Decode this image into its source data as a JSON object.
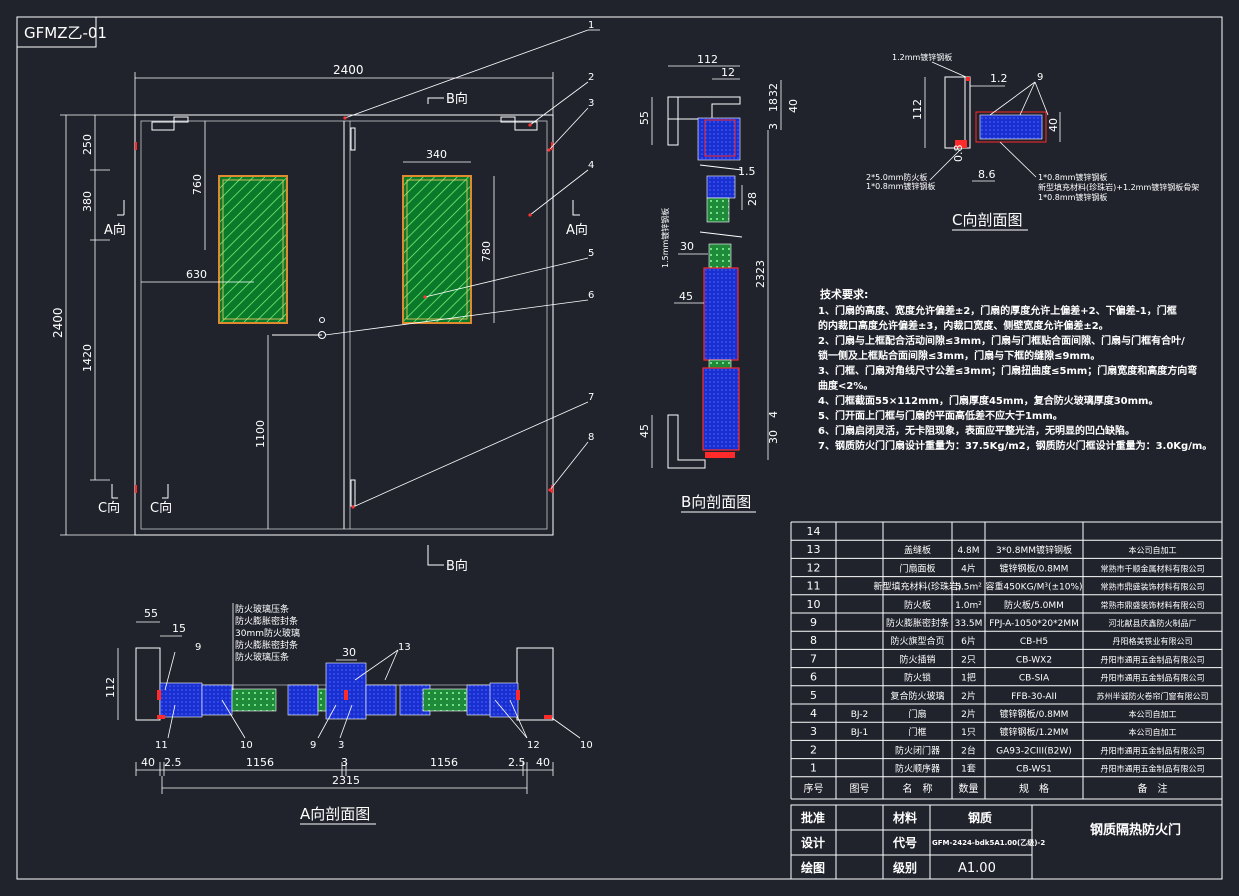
{
  "drawing_id": "GFMZ乙-01",
  "front_view": {
    "width_dim": "2400",
    "height_dim": "2400",
    "dims_left": [
      "250",
      "380",
      "1420"
    ],
    "dim_window_h": "760",
    "dim_window_h2": "780",
    "dim_window_w": "340",
    "dim_630": "630",
    "dim_1100": "1100",
    "view_a_left": "A向",
    "view_a_right": "A向",
    "view_b_top": "B向",
    "view_b_bottom": "B向",
    "view_c_1": "C向",
    "view_c_2": "C向",
    "callouts": [
      "1",
      "2",
      "3",
      "4",
      "5",
      "6",
      "7",
      "8"
    ]
  },
  "section_a": {
    "title": "A向剖面图",
    "dims_top": [
      "55",
      "15",
      "30"
    ],
    "dim_112": "112",
    "dims_bottom": [
      "40",
      "2.5",
      "1156",
      "3",
      "1156",
      "2.5",
      "40"
    ],
    "dim_total": "2315",
    "labels": [
      "防火玻璃压条",
      "防火膨胀密封条",
      "30mm防火玻璃",
      "防火膨胀密封条",
      "防火玻璃压条"
    ],
    "callouts": [
      "9",
      "13",
      "11",
      "10",
      "9",
      "3",
      "12",
      "10"
    ]
  },
  "section_b": {
    "title": "B向剖面图",
    "dims_top": [
      "112",
      "12"
    ],
    "dims_right": [
      "32",
      "40",
      "3",
      "18",
      "28",
      "2323",
      "4",
      "30"
    ],
    "dim_55": "55",
    "dim_15": "1.5",
    "dim_30": "30",
    "dim_45": "45",
    "dim_45b": "45",
    "side_label": "1.5mm镀锌钢板"
  },
  "section_c": {
    "title": "C向剖面图",
    "top_label": "1.2mm镀锌钢板",
    "dim_12": "1.2",
    "dim_112": "112",
    "dim_40": "40",
    "dim_08": "0.8",
    "dim_86": "8.6",
    "callout": "9",
    "notes_left": [
      "2*5.0mm防火板",
      "1*0.8mm镀锌钢板"
    ],
    "notes_right": [
      "1*0.8mm镀锌钢板",
      "新型填充材料(珍珠岩)+1.2mm镀锌钢板骨架",
      "1*0.8mm镀锌钢板"
    ]
  },
  "tech": {
    "heading": "技术要求:",
    "lines": [
      "1、门扇的高度、宽度允许偏差±2，门扇的厚度允许上偏差+2、下偏差-1，门框",
      "的内裁口高度允许偏差±3，内裁口宽度、侧壁宽度允许偏差±2。",
      "2、门扇与上框配合活动间隙≤3mm，门扇与门框贴合面间隙、门扇与门框有合叶/",
      "锁一侧及上框贴合面间隙≤3mm，门扇与下框的缝隙≤9mm。",
      "3、门框、门扇对角线尺寸公差≤3mm；门扇扭曲度≤5mm；门扇宽度和高度方向弯",
      "曲度<2%。",
      "4、门框截面55×112mm，门扇厚度45mm，复合防火玻璃厚度30mm。",
      "5、门开面上门框与门扇的平面高低差不应大于1mm。",
      "6、门扇启闭灵活，无卡阻现象，表面应平整光洁，无明显的凹凸缺陷。",
      "7、钢质防火门门扇设计重量为：37.5Kg/m2，钢质防火门框设计重量为：3.0Kg/m。"
    ]
  },
  "bom": {
    "header": [
      "序号",
      "图号",
      "名　称",
      "数量",
      "规　格",
      "备　注"
    ],
    "rows": [
      [
        "14",
        "",
        "",
        "",
        "",
        ""
      ],
      [
        "13",
        "",
        "盖缝板",
        "4.8M",
        "3*0.8MM镀锌钢板",
        "本公司自加工"
      ],
      [
        "12",
        "",
        "门扇面板",
        "4片",
        "镀锌钢板/0.8MM",
        "常熟市千顺金属材料有限公司"
      ],
      [
        "11",
        "",
        "新型填充材料(珍珠岩)",
        "5.5m²",
        "容重450KG/M³(±10%)",
        "常熟市鼎盛装饰材料有限公司"
      ],
      [
        "10",
        "",
        "防火板",
        "1.0m²",
        "防火板/5.0MM",
        "常熟市鼎盛装饰材料有限公司"
      ],
      [
        "9",
        "",
        "防火膨胀密封条",
        "33.5M",
        "FPJ-A-1050*20*2MM",
        "河北献县庆鑫防火制品厂"
      ],
      [
        "8",
        "",
        "防火旗型合页",
        "6片",
        "CB-H5",
        "丹阳格美铁业有限公司"
      ],
      [
        "7",
        "",
        "防火插销",
        "2只",
        "CB-WX2",
        "丹阳市通用五金制品有限公司"
      ],
      [
        "6",
        "",
        "防火锁",
        "1把",
        "CB-SIA",
        "丹阳市通用五金制品有限公司"
      ],
      [
        "5",
        "",
        "复合防火玻璃",
        "2片",
        "FFB-30-AII",
        "苏州半诚防火卷帘门窗有限公司"
      ],
      [
        "4",
        "BJ-2",
        "门扇",
        "2片",
        "镀锌钢板/0.8MM",
        "本公司自加工"
      ],
      [
        "3",
        "BJ-1",
        "门框",
        "1只",
        "镀锌钢板/1.2MM",
        "本公司自加工"
      ],
      [
        "2",
        "",
        "防火闭门器",
        "2台",
        "GA93-2CIII(B2W)",
        "丹阳市通用五金制品有限公司"
      ],
      [
        "1",
        "",
        "防火顺序器",
        "1套",
        "CB-WS1",
        "丹阳市通用五金制品有限公司"
      ]
    ]
  },
  "title_block": {
    "approve": "批准",
    "design": "设计",
    "draw": "绘图",
    "material_label": "材料",
    "material_value": "钢质",
    "code_label": "代号",
    "code_value": "GFM-2424-bdk5A1.00(乙级)-2",
    "grade_label": "级别",
    "grade_value": "A1.00",
    "product_name": "钢质隔热防火门"
  }
}
